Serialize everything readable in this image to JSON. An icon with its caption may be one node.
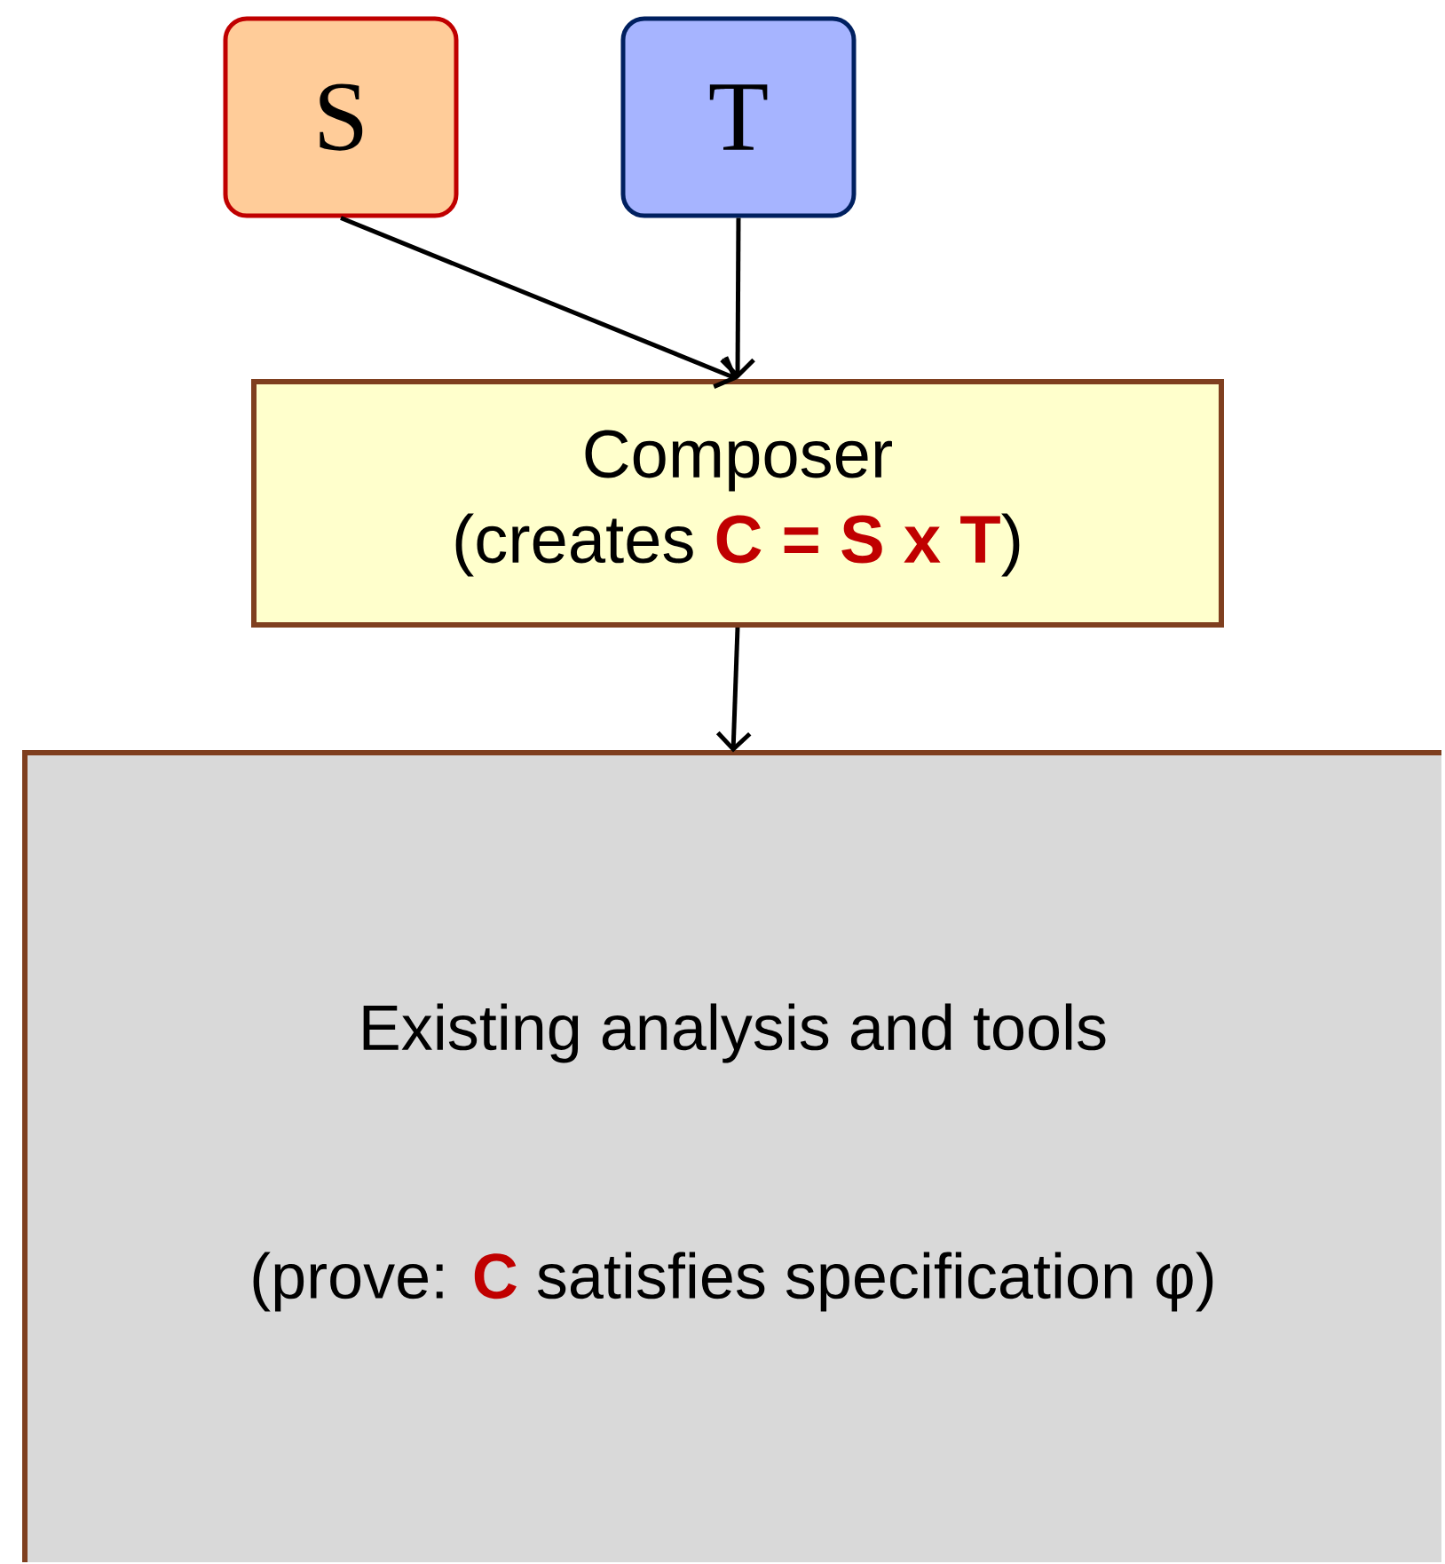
{
  "diagram": {
    "nodes": [
      {
        "text": [
          "S"
        ]
      },
      {
        "text": [
          "T"
        ]
      },
      {
        "text": [
          "Composer",
          "(creates **C = S x T**)"
        ]
      },
      {
        "text": [
          "Existing analysis and tools",
          "(prove: **C** satisfies specification φ)"
        ]
      }
    ],
    "edges": [
      {
        "from": 0,
        "to": 2,
        "arrow": "to"
      },
      {
        "from": 1,
        "to": 2,
        "arrow": "to"
      },
      {
        "from": 2,
        "to": 3,
        "arrow": "to"
      }
    ]
  }
}
